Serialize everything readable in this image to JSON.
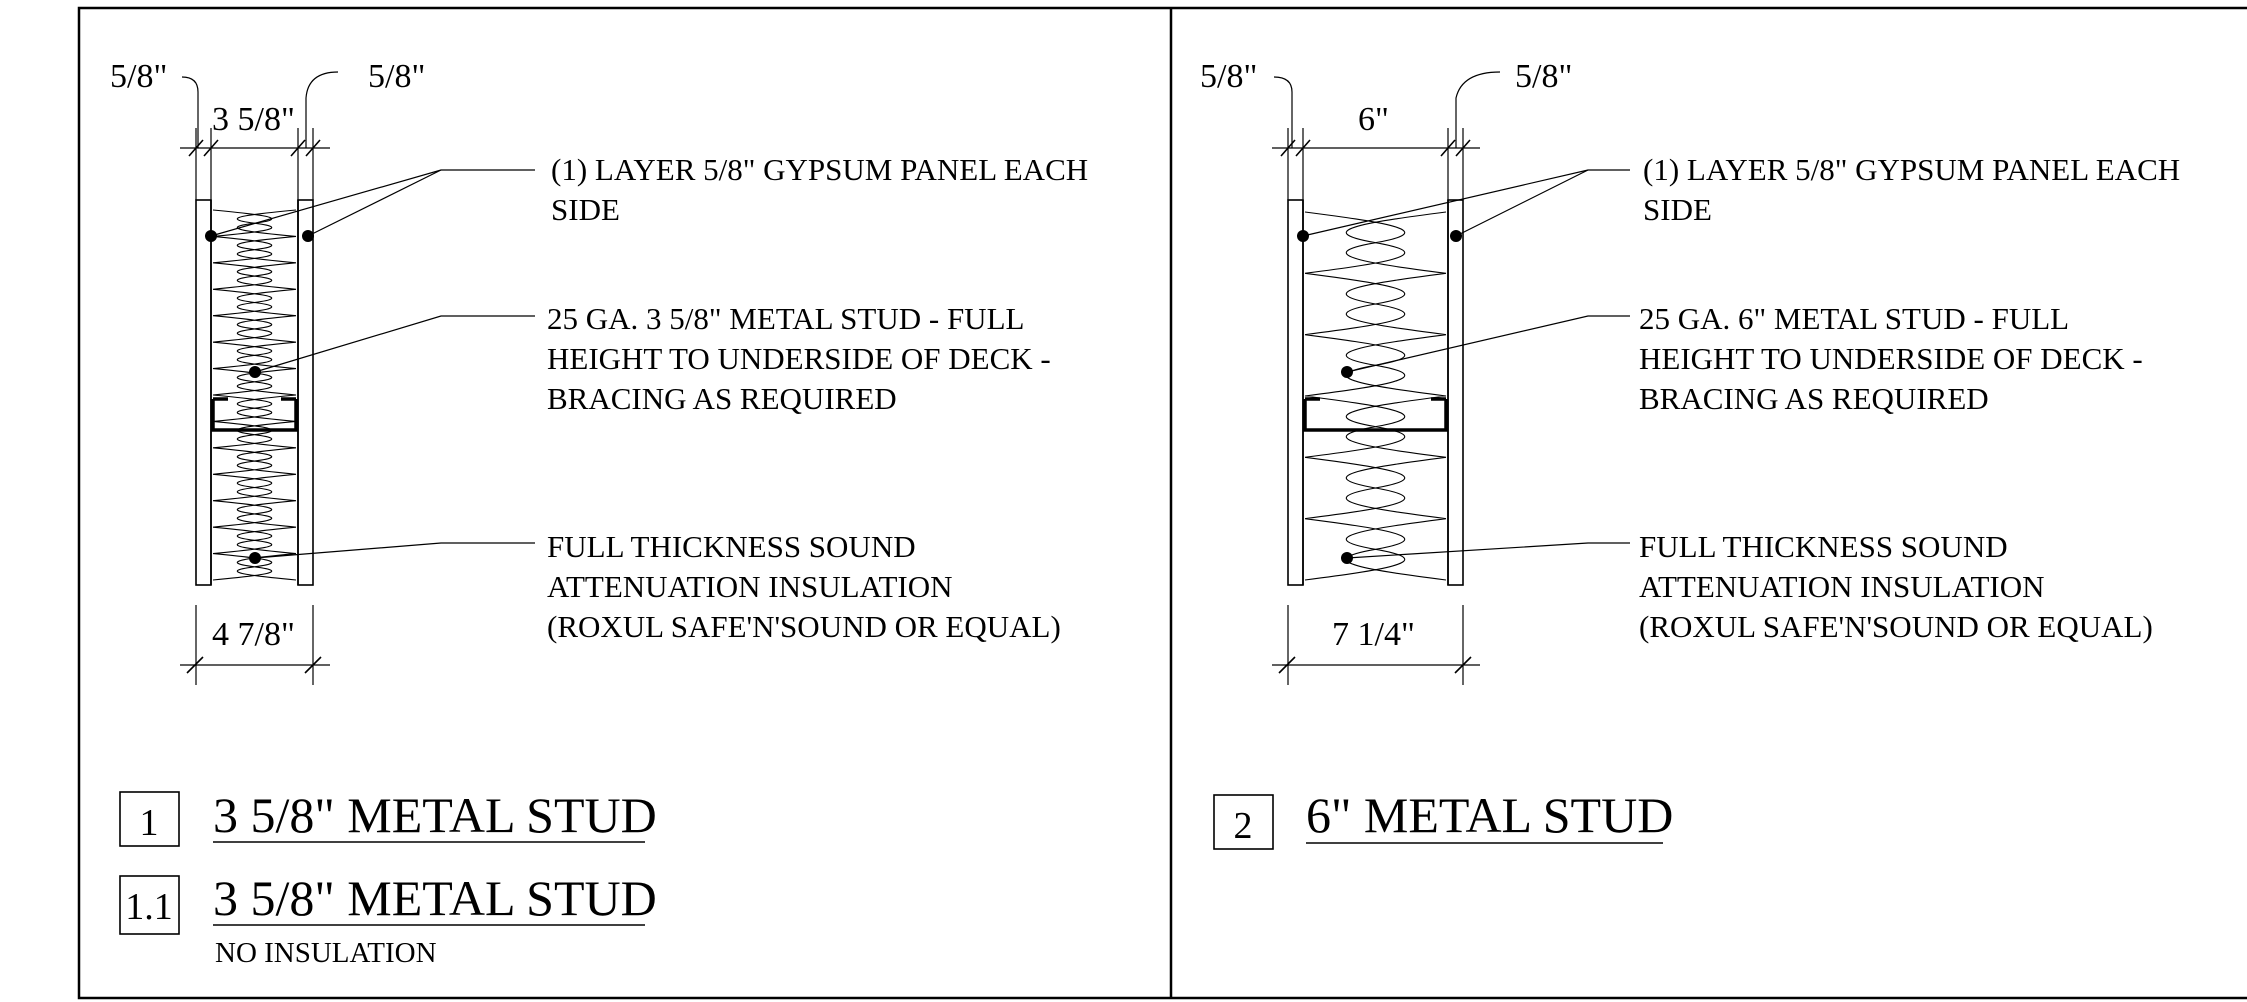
{
  "detail_1": {
    "dim_left_top": "5/8\"",
    "dim_right_top": "5/8\"",
    "dim_stud": "3 5/8\"",
    "dim_overall": "4 7/8\"",
    "note_gypsum": [
      "(1) LAYER 5/8\" GYPSUM PANEL EACH",
      "SIDE"
    ],
    "note_stud": [
      "25 GA. 3 5/8\" METAL STUD - FULL",
      "HEIGHT TO UNDERSIDE OF DECK -",
      "BRACING AS REQUIRED"
    ],
    "note_insulation": [
      "FULL THICKNESS SOUND",
      "ATTENUATION INSULATION",
      "(ROXUL SAFE'N'SOUND OR EQUAL)"
    ],
    "mark": "1",
    "title": "3 5/8\" METAL STUD"
  },
  "detail_1_1": {
    "mark": "1.1",
    "title": "3 5/8\" METAL STUD",
    "subtitle": "NO INSULATION"
  },
  "detail_2": {
    "dim_left_top": "5/8\"",
    "dim_right_top": "5/8\"",
    "dim_stud": "6\"",
    "dim_overall": "7 1/4\"",
    "note_gypsum": [
      "(1) LAYER 5/8\" GYPSUM PANEL EACH",
      "SIDE"
    ],
    "note_stud": [
      "25 GA. 6\" METAL STUD - FULL",
      "HEIGHT TO UNDERSIDE OF DECK -",
      "BRACING AS REQUIRED"
    ],
    "note_insulation": [
      "FULL THICKNESS SOUND",
      "ATTENUATION INSULATION",
      "(ROXUL SAFE'N'SOUND OR EQUAL)"
    ],
    "mark": "2",
    "title": "6\" METAL STUD"
  }
}
